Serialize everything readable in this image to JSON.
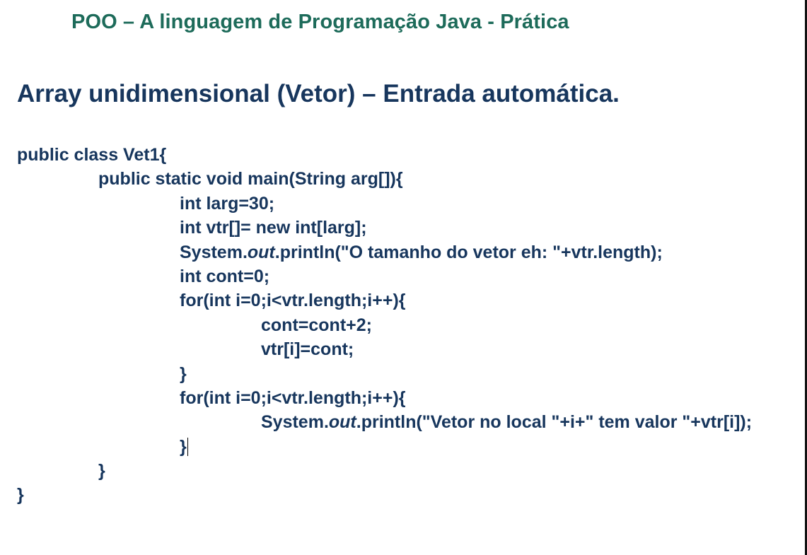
{
  "header": "POO – A linguagem de Programação Java - Prática",
  "title": "Array unidimensional (Vetor) – Entrada automática.",
  "code": {
    "l1": "public class Vet1{",
    "l2": "public static void main(String arg[]){",
    "l3": "int larg=30;",
    "l4": "int vtr[]= new int[larg];",
    "l5a": "System.",
    "l5b": "out",
    "l5c": ".println(\"O tamanho do vetor eh: \"+vtr.length);",
    "l6": "int cont=0;",
    "l7": "for(int i=0;i<vtr.length;i++){",
    "l8": "cont=cont+2;",
    "l9": "vtr[i]=cont;",
    "l10": "}",
    "l11": "for(int i=0;i<vtr.length;i++){",
    "l12a": "System.",
    "l12b": "out",
    "l12c": ".println(\"Vetor no local \"+i+\" tem valor \"+vtr[i]);",
    "l13": "}",
    "l14": "}",
    "l15": "}"
  },
  "colors": {
    "header": "#1d6b5a",
    "body_text": "#17365d"
  }
}
